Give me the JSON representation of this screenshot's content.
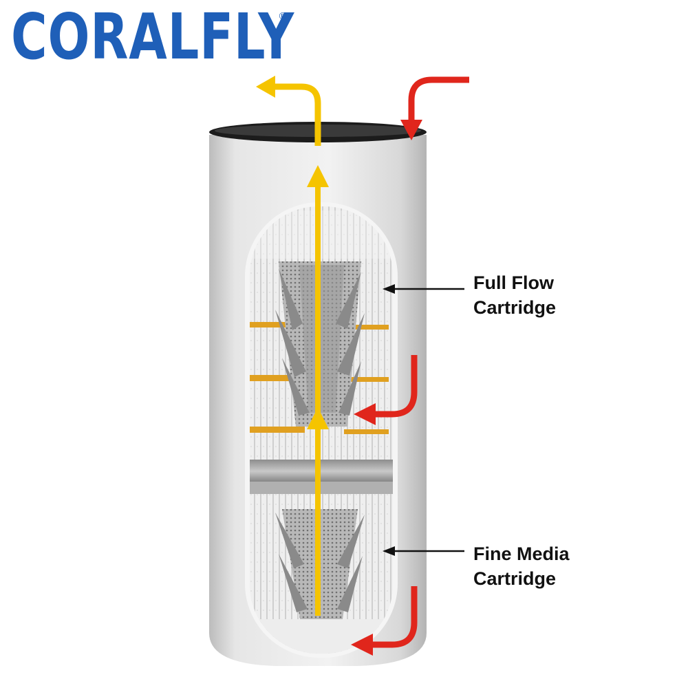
{
  "brand": {
    "name": "CORALFLY",
    "registered_mark": "®",
    "color": "#1f5fb8"
  },
  "labels": {
    "full_flow": {
      "line1": "Full Flow",
      "line2": "Cartridge"
    },
    "fine_media": {
      "line1": "Fine Media",
      "line2": "Cartridge"
    }
  },
  "colors": {
    "clean_flow_arrow": "#f5c400",
    "dirty_flow_arrow": "#e0261c",
    "housing": "#e4e4e4",
    "pleat_media": "#ececec",
    "pleat_band": "#e0a020"
  }
}
